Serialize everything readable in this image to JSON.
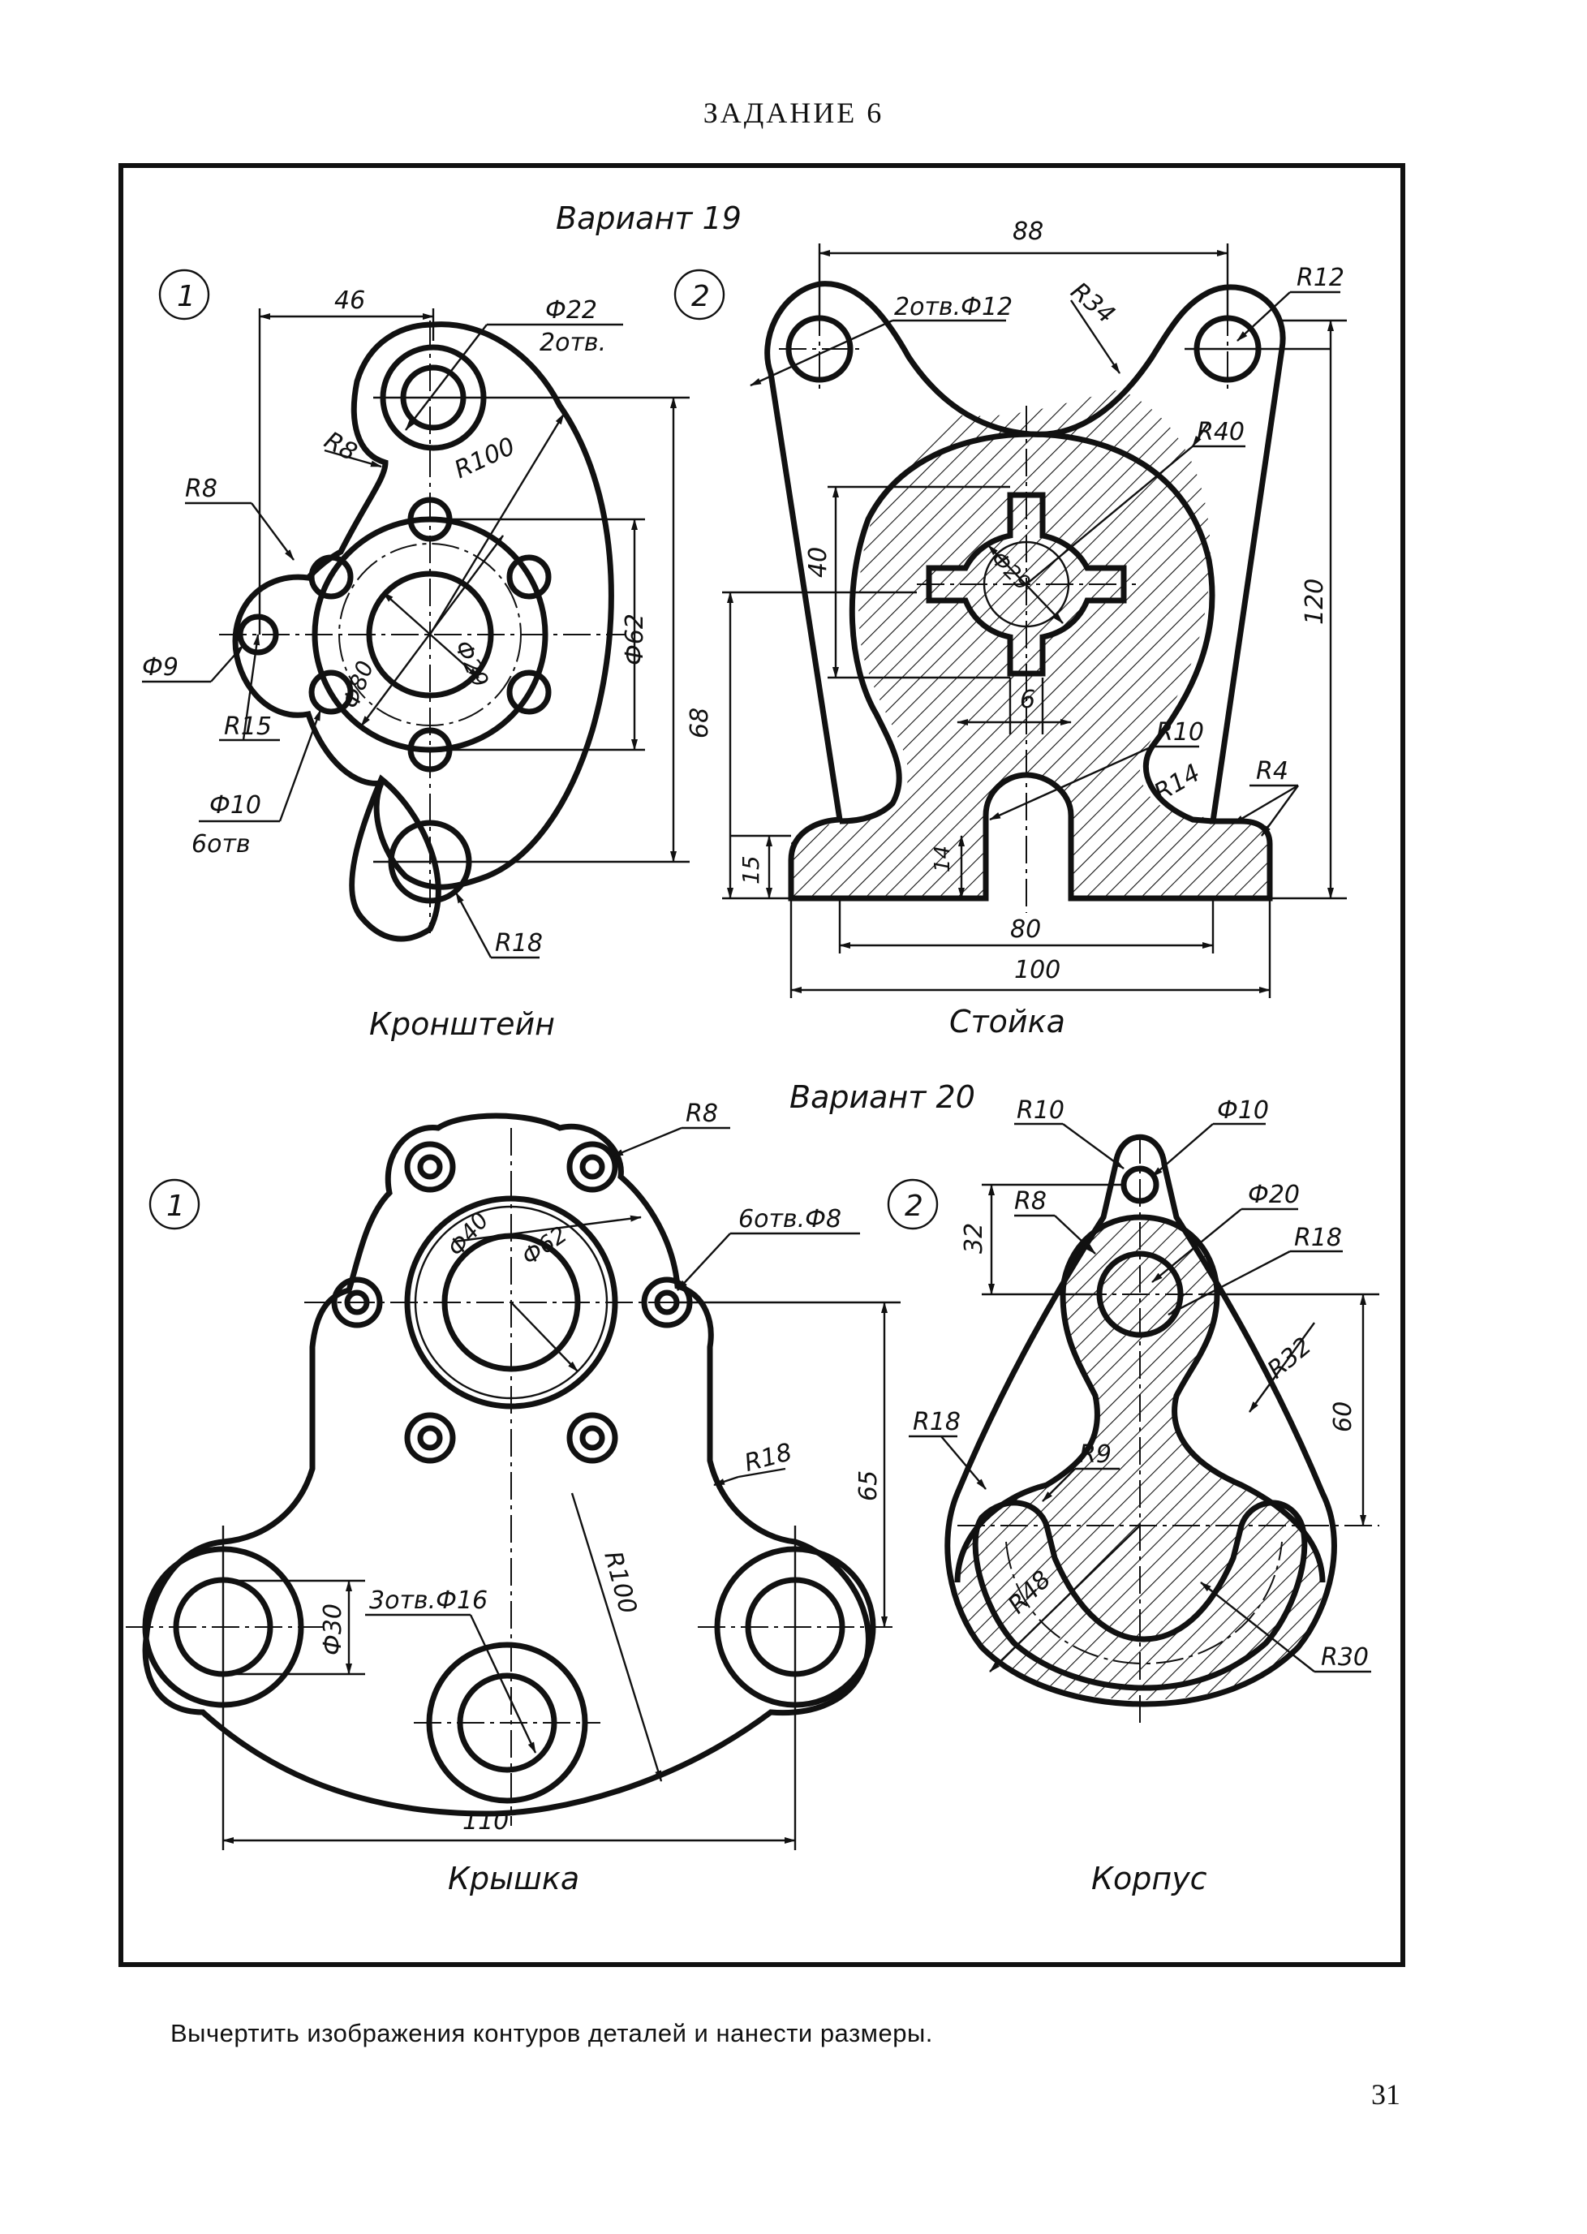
{
  "page_title": "ЗАДАНИЕ 6",
  "instruction": "Вычертить изображения контуров деталей и нанести размеры.",
  "page_number": "31",
  "variant_19": {
    "heading": "Вариант 19",
    "part1": {
      "number": "1",
      "name": "Кронштейн",
      "dims": {
        "d46": "46",
        "d22": "Ф22",
        "holes2": "2отв.",
        "r8a": "R8",
        "r100": "R100",
        "r8b": "R8",
        "d29": "Ф29",
        "d62": "Ф62",
        "d9": "Ф9",
        "r15": "R15",
        "d80": "Ф80",
        "d10": "Ф10",
        "holes6": "6отв",
        "d68": "68",
        "r18": "R18"
      }
    },
    "part2": {
      "number": "2",
      "name": "Стойка",
      "dims": {
        "d88": "88",
        "holes12": "2отв.Ф12",
        "r34": "R34",
        "r12": "R12",
        "r40": "R40",
        "d40": "40",
        "d29": "Ф29",
        "d120": "120",
        "d6": "6",
        "r10": "R10",
        "r14": "R14",
        "r4": "R4",
        "d15": "15",
        "d14": "14",
        "d80": "80",
        "d100": "100"
      }
    }
  },
  "variant_20": {
    "heading": "Вариант 20",
    "part1": {
      "number": "1",
      "name": "Крышка",
      "dims": {
        "r8": "R8",
        "holes8": "6отв.Ф8",
        "d40": "Ф40",
        "d62": "Ф62",
        "r18": "R18",
        "d65": "65",
        "r100": "R100",
        "d30": "Ф30",
        "holes16": "3отв.Ф16",
        "d110": "110"
      }
    },
    "part2": {
      "number": "2",
      "name": "Корпус",
      "dims": {
        "r10": "R10",
        "d10": "Ф10",
        "r8": "R8",
        "d20": "Ф20",
        "d32": "32",
        "r18a": "R18",
        "r32": "R32",
        "d60": "60",
        "r18b": "R18",
        "r9": "R9",
        "r48": "R48",
        "r30": "R30"
      }
    }
  }
}
